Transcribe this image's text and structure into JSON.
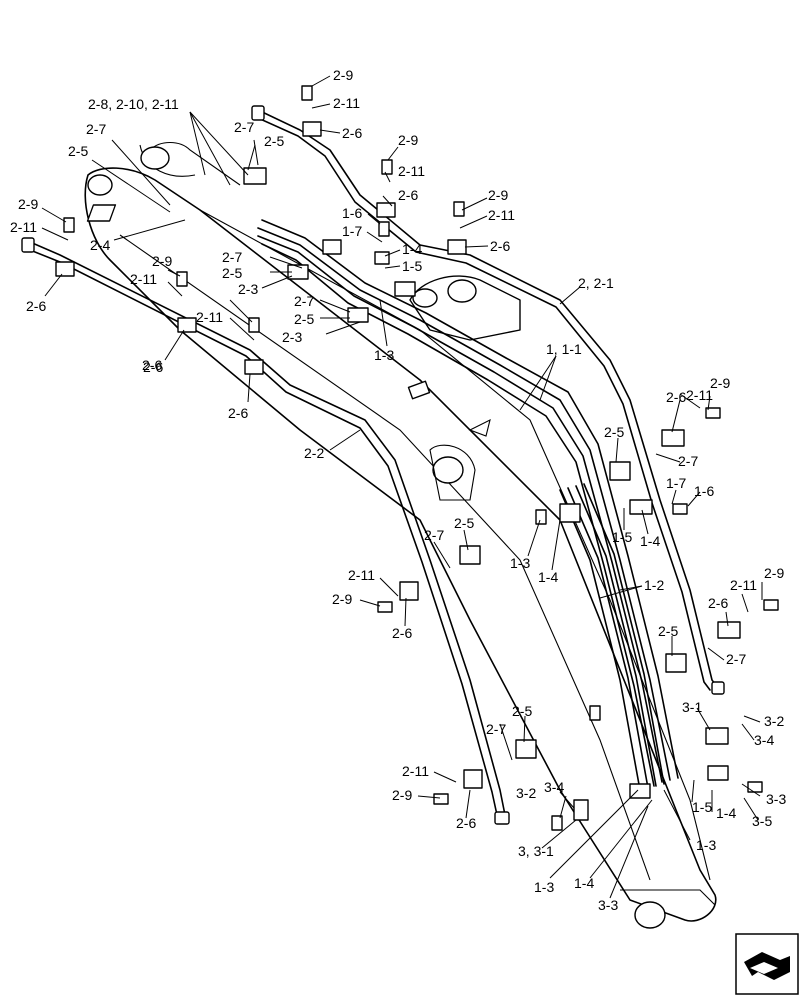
{
  "labels": [
    "2-9",
    "2-11",
    "2-6",
    "2-8, 2-10, 2-11",
    "2-7",
    "2-5",
    "2-9",
    "2-11",
    "2-6",
    "2-5",
    "2-7",
    "2-4",
    "2-9",
    "2-11",
    "2-6",
    "2-9",
    "2-11",
    "2-6",
    "2-6",
    "1-6",
    "1-7",
    "1-4",
    "1-5",
    "2-7",
    "2-5",
    "2-3",
    "2-11",
    "2-9",
    "2-6",
    "2-11",
    "2-6",
    "2-7",
    "2-5",
    "2-3",
    "1-3",
    "2, 2-1",
    "1, 1-1",
    "2-2",
    "2-6",
    "2-11",
    "2-9",
    "2-5",
    "2-7",
    "1-7",
    "1-6",
    "1-5",
    "1-4",
    "2-7",
    "2-5",
    "1-3",
    "1-4",
    "1-2",
    "2-11",
    "2-9",
    "2-6",
    "2-9",
    "2-11",
    "2-6",
    "2-5",
    "2-7",
    "3-1",
    "3-2",
    "3-4",
    "2-5",
    "2-7",
    "2-11",
    "2-9",
    "2-6",
    "3-2",
    "3-4",
    "3, 3-1",
    "1-5",
    "1-4",
    "3-3",
    "3-5",
    "1-3",
    "1-3",
    "1-4",
    "3-3"
  ],
  "icons": {
    "nav": "view-orientation-icon"
  }
}
